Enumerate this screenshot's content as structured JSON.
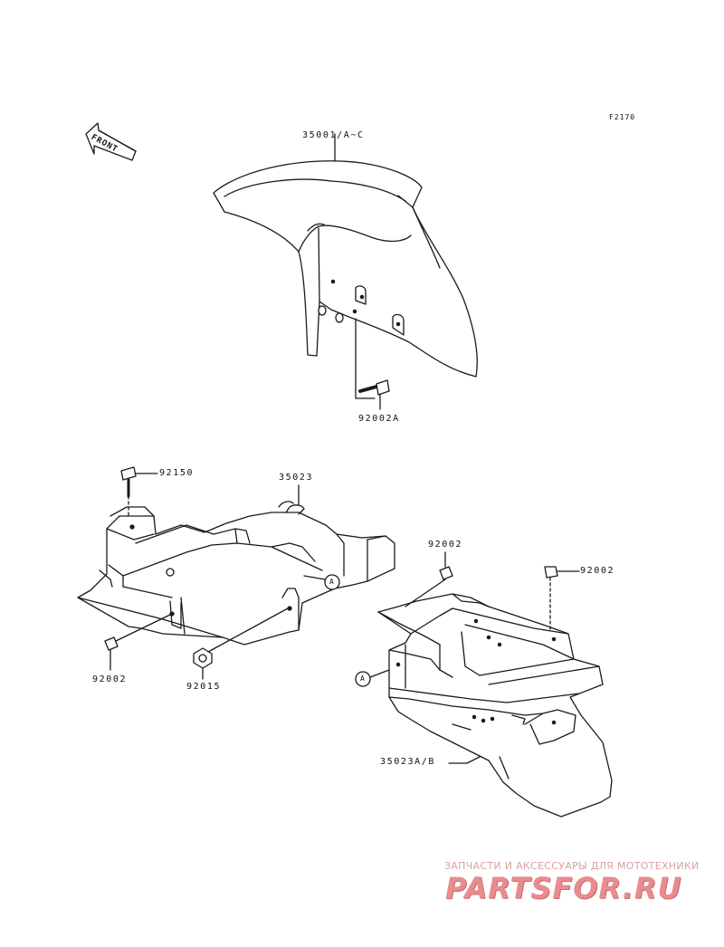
{
  "figure_id": "F2170",
  "direction_label": "FRONT",
  "parts": {
    "front_fender": "35001/A~C",
    "front_fender_bolt": "92002A",
    "inner_fender_clip": "92150",
    "inner_fender": "35023",
    "inner_fender_bolt": "92002",
    "inner_fender_nut": "92015",
    "rear_fender_bolt_left": "92002",
    "rear_fender_bolt_right": "92002",
    "rear_fender": "35023A/B"
  },
  "callout_marker": "A",
  "watermark": {
    "tagline": "ЗАПЧАСТИ И АКСЕССУАРЫ ДЛЯ МОТОТЕХНИКИ",
    "logo": "PARTSFOR.RU"
  }
}
